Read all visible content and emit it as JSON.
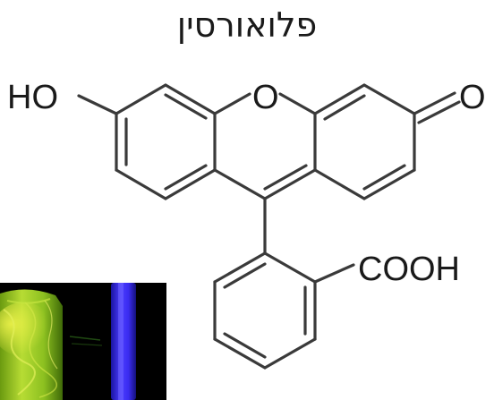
{
  "title": "פלואורסין",
  "molecule": {
    "labels": {
      "hydroxyl": "HO",
      "ring_oxygen": "O",
      "carbonyl_oxygen": "O",
      "carboxyl": "COOH"
    }
  },
  "photo": {
    "description_icon": "fluorescence-photo",
    "colors": {
      "glow_green": "#9cd630",
      "glow_yellow": "#d8e63a",
      "glow_blue": "#3a2cff",
      "background": "#000000"
    }
  }
}
